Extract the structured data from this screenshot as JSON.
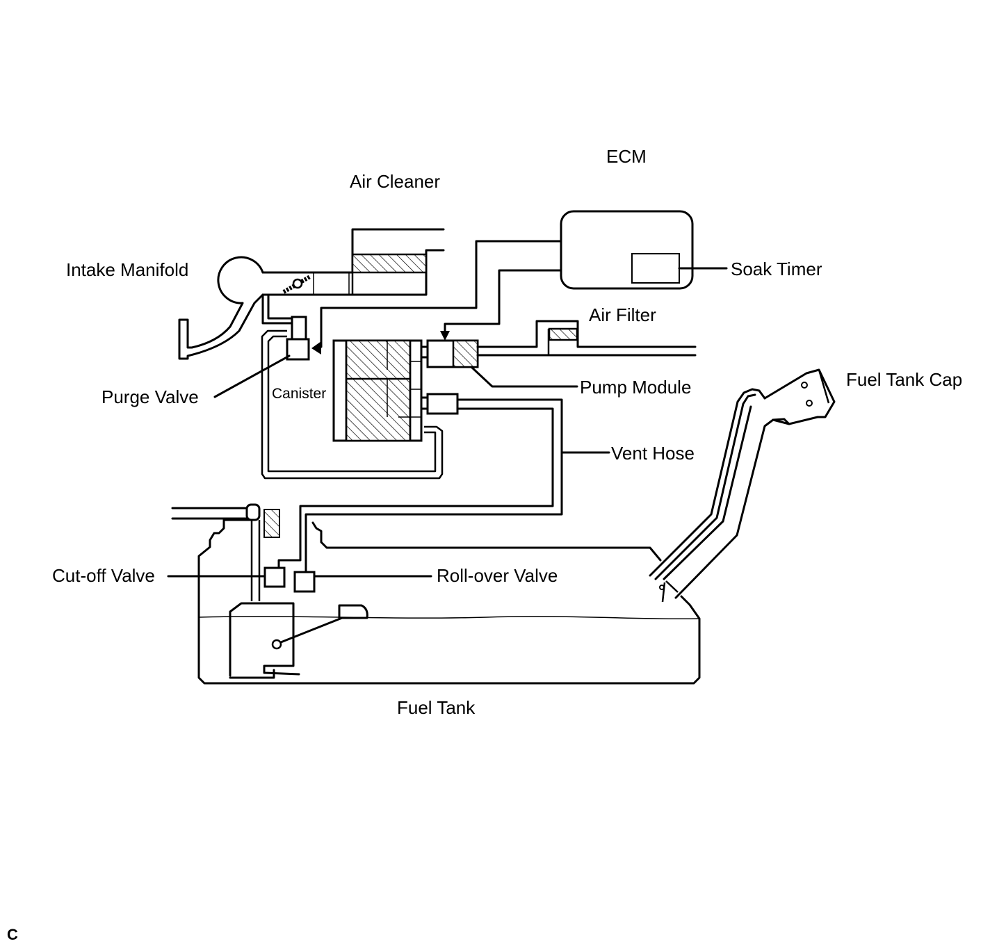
{
  "diagram": {
    "labels": {
      "ecm": "ECM",
      "air_cleaner": "Air Cleaner",
      "intake_manifold": "Intake Manifold",
      "soak_timer": "Soak Timer",
      "air_filter": "Air Filter",
      "pump_module": "Pump Module",
      "purge_valve": "Purge Valve",
      "canister": "Canister",
      "fuel_tank_cap": "Fuel Tank Cap",
      "vent_hose": "Vent Hose",
      "cut_off_valve": "Cut-off Valve",
      "roll_over_valve": "Roll-over Valve",
      "fuel_tank": "Fuel Tank"
    },
    "corner_code": "C"
  }
}
